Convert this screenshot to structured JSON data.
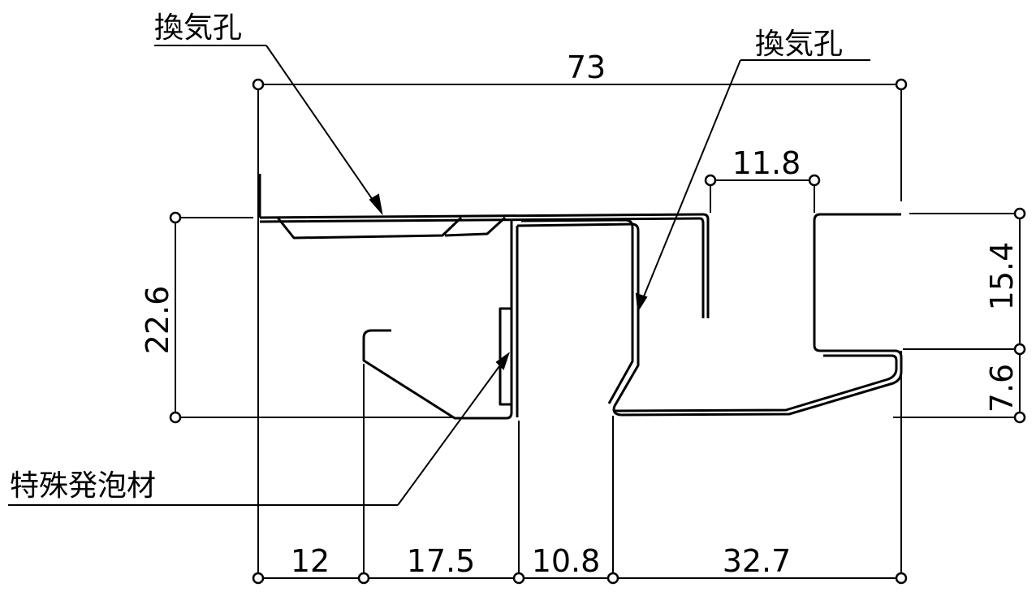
{
  "callouts": {
    "vent_hole_left": "換気孔",
    "vent_hole_right": "換気孔",
    "special_foam": "特殊発泡材"
  },
  "dimensions": {
    "overall_width": "73",
    "top_right_width": "11.8",
    "left_height": "22.6",
    "right_upper_height": "15.4",
    "right_lower_height": "7.6",
    "bottom_1": "12",
    "bottom_2": "17.5",
    "bottom_3": "10.8",
    "bottom_4": "32.7"
  }
}
